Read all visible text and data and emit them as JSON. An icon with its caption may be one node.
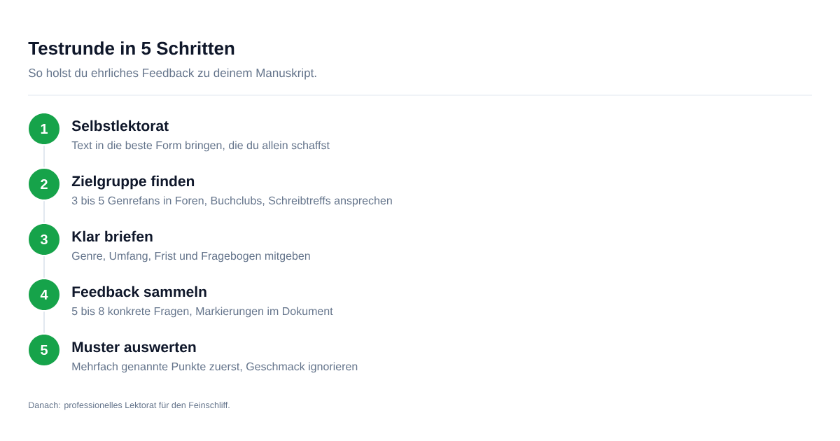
{
  "diagram": {
    "title": "Testrunde in 5 Schritten",
    "caption": "Danach: professionelles Lektorat für den Feinschliff.",
    "labels": [
      "So holst du ehrliches Feedback zu deinem Manuskript."
    ],
    "nodes": [
      {
        "text": [
          "1"
        ],
        "beside": [
          "Selbstlektorat",
          "Text in die beste Form bringen, die du allein schaffst"
        ]
      },
      {
        "text": [
          "2"
        ],
        "beside": [
          "Zielgruppe finden",
          "3 bis 5 Genrefans in Foren, Buchclubs, Schreibtreffs ansprechen"
        ]
      },
      {
        "text": [
          "3"
        ],
        "beside": [
          "Klar briefen",
          "Genre, Umfang, Frist und Fragebogen mitgeben"
        ]
      },
      {
        "text": [
          "4"
        ],
        "beside": [
          "Feedback sammeln",
          "5 bis 8 konkrete Fragen, Markierungen im Dokument"
        ]
      },
      {
        "text": [
          "5"
        ],
        "beside": [
          "Muster auswerten",
          "Mehrfach genannte Punkte zuerst, Geschmack ignorieren"
        ]
      }
    ],
    "edges": [
      {
        "from": 0,
        "to": 1,
        "arrow": "none"
      },
      {
        "from": 1,
        "to": 2,
        "arrow": "none"
      },
      {
        "from": 2,
        "to": 3,
        "arrow": "none"
      },
      {
        "from": 3,
        "to": 4,
        "arrow": "none"
      }
    ]
  }
}
